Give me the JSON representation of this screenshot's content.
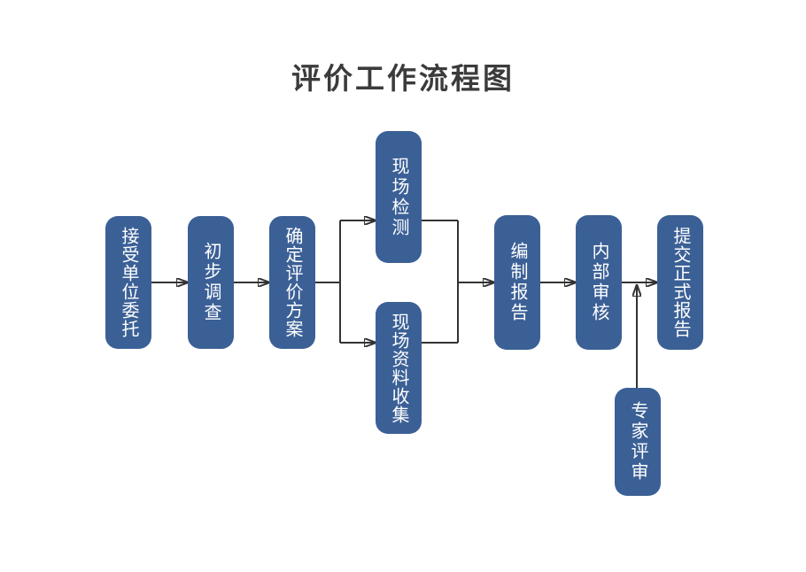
{
  "title": "评价工作流程图",
  "nodes": [
    {
      "id": "accept-commission",
      "label": "接受单位委托"
    },
    {
      "id": "preliminary-survey",
      "label": "初步调查"
    },
    {
      "id": "determine-plan",
      "label": "确定评价方案"
    },
    {
      "id": "site-testing",
      "label": "现场检测"
    },
    {
      "id": "site-data-collection",
      "label": "现场资料收集"
    },
    {
      "id": "compile-report",
      "label": "编制报告"
    },
    {
      "id": "internal-review",
      "label": "内部审核"
    },
    {
      "id": "submit-final-report",
      "label": "提交正式报告"
    },
    {
      "id": "expert-review",
      "label": "专家评审"
    }
  ],
  "edges": [
    {
      "from": "accept-commission",
      "to": "preliminary-survey"
    },
    {
      "from": "preliminary-survey",
      "to": "determine-plan"
    },
    {
      "from": "determine-plan",
      "to": "site-testing"
    },
    {
      "from": "determine-plan",
      "to": "site-data-collection"
    },
    {
      "from": "site-testing",
      "to": "compile-report"
    },
    {
      "from": "site-data-collection",
      "to": "compile-report"
    },
    {
      "from": "compile-report",
      "to": "internal-review"
    },
    {
      "from": "internal-review",
      "to": "submit-final-report"
    },
    {
      "from": "expert-review",
      "to": "submit-final-report",
      "note": "joins the arrow between internal-review and submit-final-report from below"
    }
  ],
  "colors": {
    "background": "#ffffff",
    "node_fill": "#3b6096",
    "node_text": "#ffffff",
    "connector": "#333333",
    "title_text": "#3b3b3b"
  }
}
